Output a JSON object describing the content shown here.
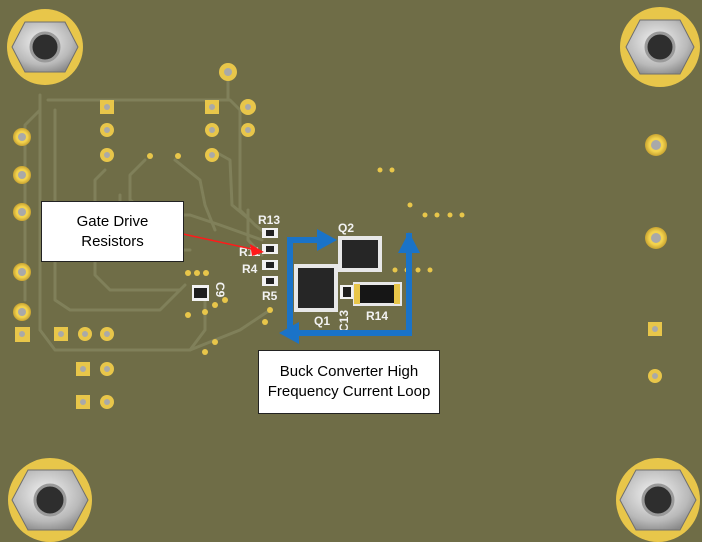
{
  "callouts": {
    "gate_drive": [
      "Gate Drive",
      "Resistors"
    ],
    "buck_loop": [
      "Buck Converter High",
      "Frequency Current Loop"
    ]
  },
  "silkscreen": {
    "r13": "R13",
    "r11": "R11",
    "r4": "R4",
    "r5": "R5",
    "q2": "Q2",
    "q1": "Q1",
    "c13": "C13",
    "r14": "R14",
    "c9": "C9"
  },
  "colors": {
    "board": "#6f6d47",
    "pad": "#e8c64a",
    "trace": "#7d7b56",
    "silk": "#f2f2f2",
    "current_loop_arrow": "#1a73c8",
    "callout_arrow": "#ff1a1a"
  },
  "icons": [
    "mounting-hole-hex-nut"
  ]
}
